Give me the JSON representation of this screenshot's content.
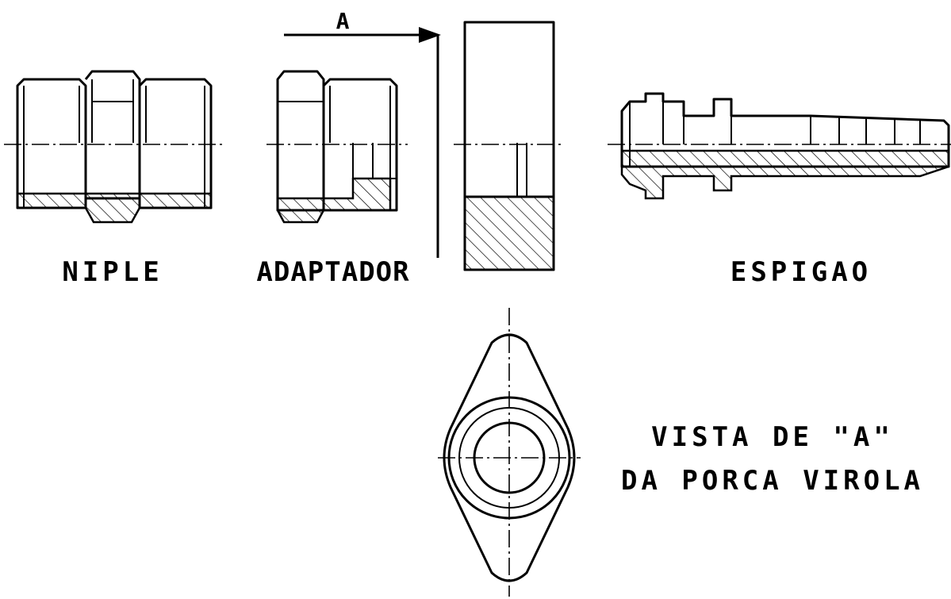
{
  "labels": {
    "niple": "NIPLE",
    "adaptador": "ADAPTADOR",
    "espigao": "ESPIGAO",
    "section_letter": "A",
    "view_line1": "VISTA DE \"A\"",
    "view_line2": "DA PORCA VIROLA"
  },
  "colors": {
    "line": "#000000",
    "background": "#ffffff"
  }
}
